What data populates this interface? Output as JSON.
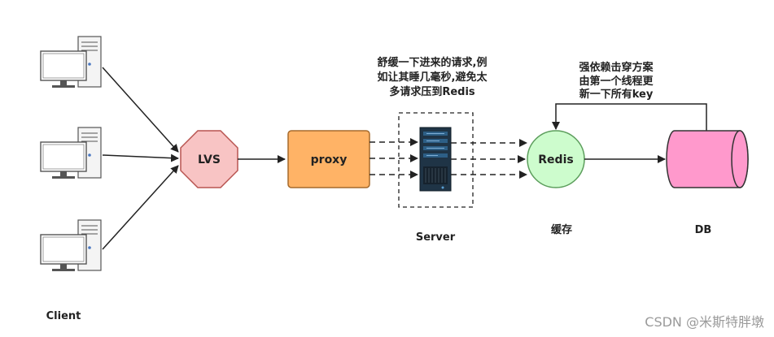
{
  "client": {
    "label": "Client"
  },
  "lvs": {
    "label": "LVS",
    "fill": "#f8c4c4",
    "stroke": "#b85450"
  },
  "proxy": {
    "label": "proxy",
    "fill": "#ffb366",
    "stroke": "#a66a2b"
  },
  "server": {
    "label": "Server",
    "note": [
      "舒缓一下进来的请求,例",
      "如让其睡几毫秒,避免太",
      "多请求压到Redis"
    ]
  },
  "redis": {
    "label": "Redis",
    "fill": "#cdfccd",
    "stroke": "#5c9e5c",
    "caption": "缓存"
  },
  "db": {
    "label": "DB",
    "fill": "#ff99cc",
    "stroke": "#333333",
    "note": [
      "强依赖击穿方案",
      "由第一个线程更",
      "新一下所有key"
    ]
  },
  "watermark": "CSDN @米斯特胖墩"
}
